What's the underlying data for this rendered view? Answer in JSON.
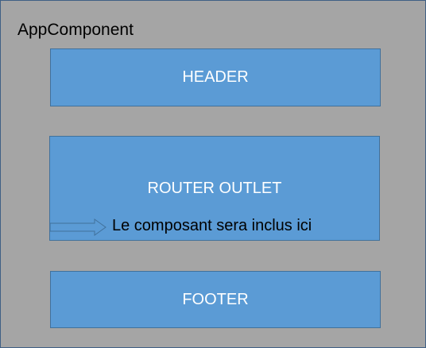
{
  "container": {
    "title": "AppComponent"
  },
  "blocks": {
    "header": "HEADER",
    "router_outlet": "ROUTER OUTLET",
    "footer": "FOOTER"
  },
  "annotation": {
    "text": "Le composant sera inclus ici"
  },
  "colors": {
    "background": "#a5a5a5",
    "block_fill": "#5b9bd5",
    "block_border": "#41719c",
    "block_text": "#ffffff"
  }
}
